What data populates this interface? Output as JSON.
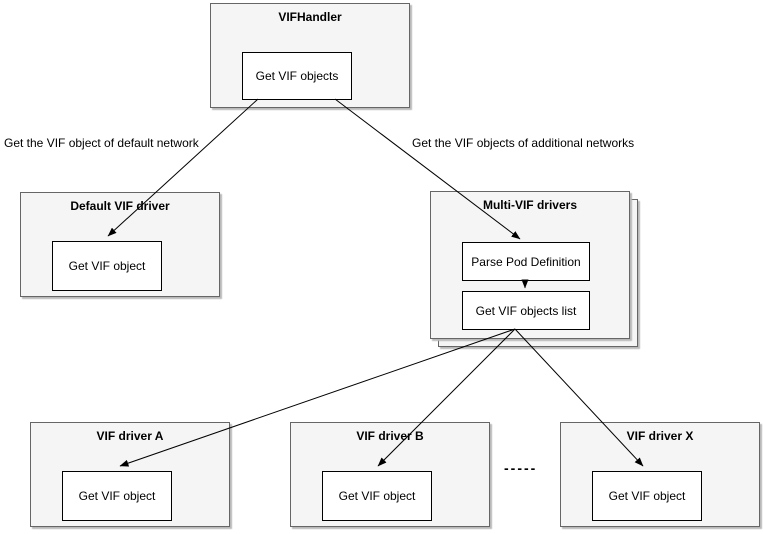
{
  "nodes": {
    "vifhandler": {
      "title": "VIFHandler",
      "method": "Get VIF objects"
    },
    "default_driver": {
      "title": "Default VIF driver",
      "method": "Get VIF object"
    },
    "multi_vif": {
      "title": "Multi-VIF drivers",
      "steps": [
        "Parse Pod Definition",
        "Get VIF objects list"
      ]
    },
    "driver_a": {
      "title": "VIF driver A",
      "method": "Get VIF object"
    },
    "driver_b": {
      "title": "VIF driver B",
      "method": "Get VIF object"
    },
    "driver_x": {
      "title": "VIF driver X",
      "method": "Get VIF object"
    }
  },
  "edges": {
    "left_label": "Get the VIF object of default network",
    "right_label": "Get the VIF objects of additional networks"
  },
  "ellipsis": "-----",
  "colors": {
    "container_fill": "#f5f5f5",
    "container_border": "#666666",
    "node_fill": "#ffffff",
    "node_border": "#000000",
    "connector": "#000000",
    "shadow": "#b9b9b9",
    "text": "#000000"
  }
}
